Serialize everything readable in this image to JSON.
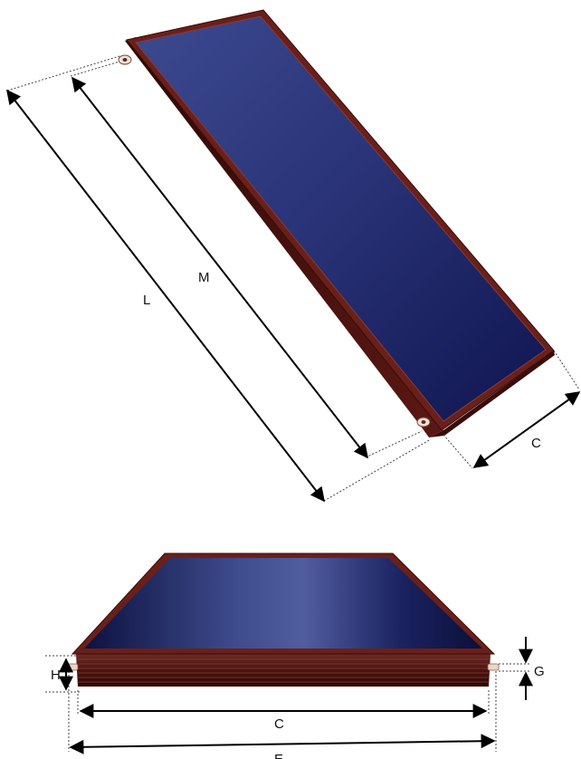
{
  "labels": {
    "length_outer": "L",
    "length_inner": "M",
    "width_top_view": "C",
    "height": "H",
    "pipe_gap": "G",
    "width_front_view": "C",
    "width_overall": "E"
  },
  "colors": {
    "frame": "#5b1814",
    "frame_highlight": "#9a4038",
    "glass_dark": "#0e1445",
    "glass_light": "#4b5a9c",
    "pipe": "#e9d6c9",
    "dimension_line": "#000000"
  }
}
